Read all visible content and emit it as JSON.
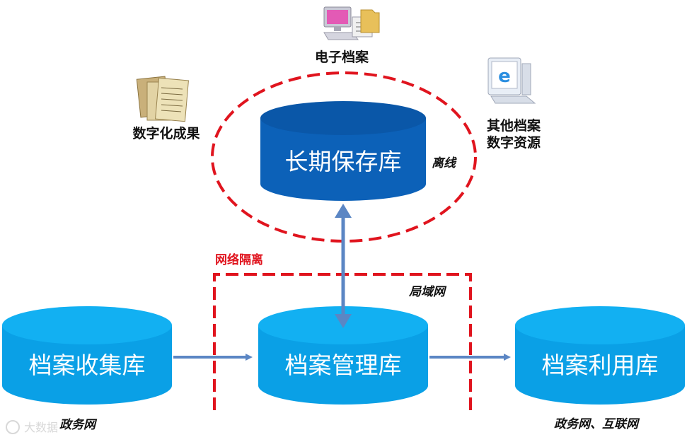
{
  "databases": {
    "long_term": "长期保存库",
    "collection": "档案收集库",
    "management": "档案管理库",
    "utilization": "档案利用库"
  },
  "sources": {
    "electronic": "电子档案",
    "digitization": "数字化成果",
    "other_line1": "其他档案",
    "other_line2": "数字资源"
  },
  "labels": {
    "offline": "离线",
    "isolation": "网络隔离",
    "lan": "局域网",
    "gov_net": "政务网",
    "gov_internet": "政务网、互联网"
  },
  "watermark": "大数据",
  "colors": {
    "long_term_fill": "#0c61b8",
    "cylinder_fill": "#0aa0e6",
    "cylinder_top": "#12b0f2",
    "arrow": "#5b86c4",
    "dashed_red": "#e0141e"
  },
  "icons": [
    "computer-folder-icon",
    "scroll-documents-icon",
    "ie-computer-icon"
  ]
}
